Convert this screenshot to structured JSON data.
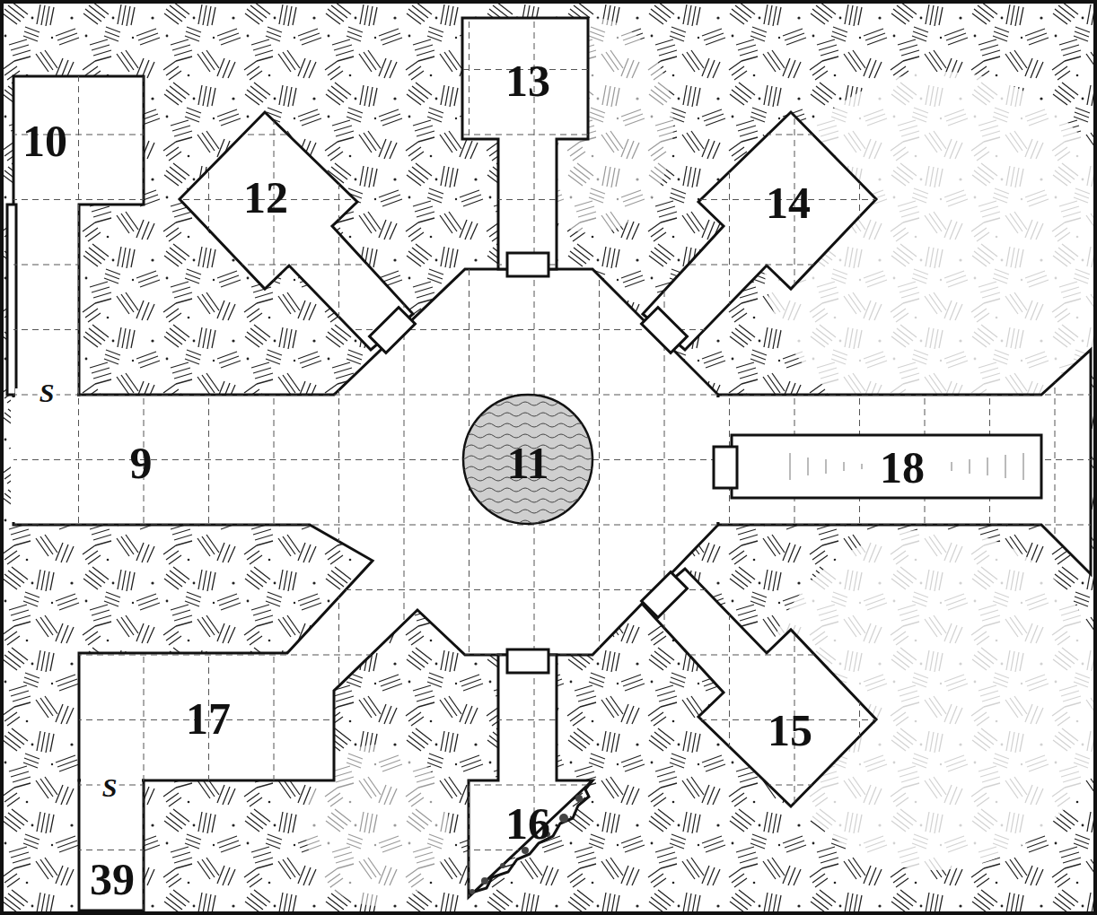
{
  "diagram": {
    "labels": [
      "10",
      "12",
      "13",
      "14",
      "9",
      "11",
      "18",
      "17",
      "16",
      "15",
      "39",
      "S",
      "S"
    ]
  }
}
